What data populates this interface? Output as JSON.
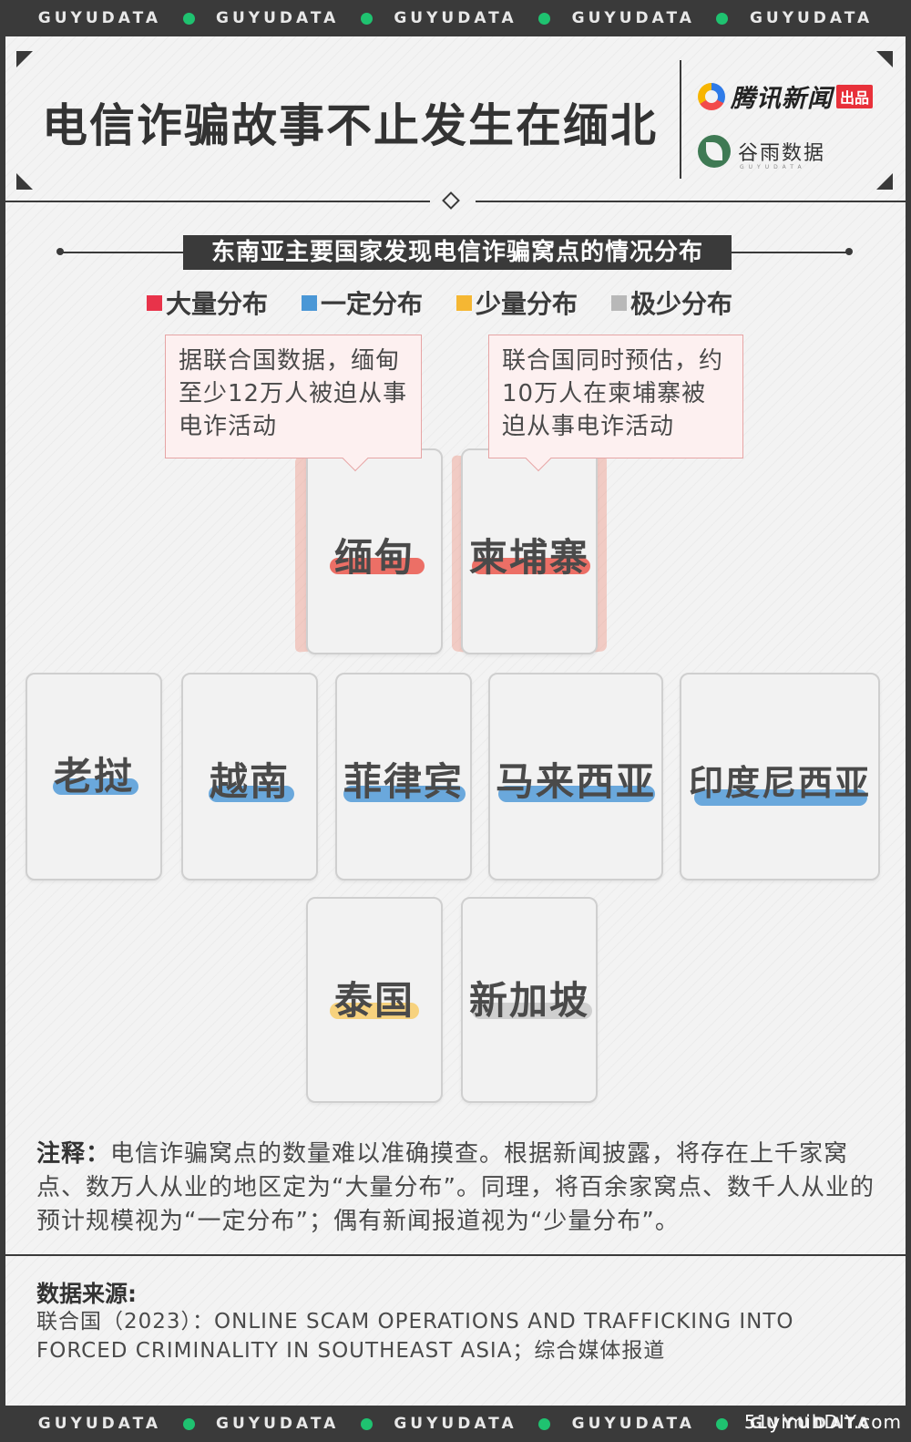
{
  "banner": {
    "items": [
      "GUYUDATA",
      "GUYUDATA",
      "GUYUDATA",
      "GUYUDATA",
      "GUYUDATA"
    ],
    "dot_color": "#1fc270"
  },
  "header": {
    "title": "电信诈骗故事不止发生在缅北",
    "logo_tencent_text": "腾讯新闻",
    "logo_tencent_tag": "出品",
    "logo_guyu_text": "谷雨数据",
    "logo_guyu_sub": "GUYUDATA"
  },
  "subtitle": "东南亚主要国家发现电信诈骗窝点的情况分布",
  "legend": [
    {
      "label": "大量分布",
      "color": "#e8334a"
    },
    {
      "label": "一定分布",
      "color": "#4a97d6"
    },
    {
      "label": "少量分布",
      "color": "#f5b733"
    },
    {
      "label": "极少分布",
      "color": "#b8b8b8"
    }
  ],
  "callouts": {
    "myanmar": "据联合国数据，缅甸至少12万人被迫从事电诈活动",
    "cambodia": "联合国同时预估，约10万人在柬埔寨被迫从事电诈活动"
  },
  "countries": {
    "myanmar": {
      "name": "缅甸",
      "level": "大量分布"
    },
    "cambodia": {
      "name": "柬埔寨",
      "level": "大量分布"
    },
    "laos": {
      "name": "老挝",
      "level": "一定分布"
    },
    "vietnam": {
      "name": "越南",
      "level": "一定分布"
    },
    "philippines": {
      "name": "菲律宾",
      "level": "一定分布"
    },
    "malaysia": {
      "name": "马来西亚",
      "level": "一定分布"
    },
    "indonesia": {
      "name": "印度尼西亚",
      "level": "一定分布"
    },
    "thailand": {
      "name": "泰国",
      "level": "少量分布"
    },
    "singapore": {
      "name": "新加坡",
      "level": "极少分布"
    }
  },
  "note": {
    "label": "注释：",
    "text": "电信诈骗窝点的数量难以准确摸查。根据新闻披露，将存在上千家窝点、数万人从业的地区定为“大量分布”。同理，将百余家窝点、数千人从业的预计规模视为“一定分布”；偶有新闻报道视为“少量分布”。"
  },
  "source": {
    "title": "数据来源:",
    "text": "联合国（2023）：ONLINE SCAM OPERATIONS AND TRAFFICKING INTO FORCED CRIMINALITY IN SOUTHEAST ASIA；综合媒体报道"
  },
  "watermark": "51yimihDIY.com"
}
